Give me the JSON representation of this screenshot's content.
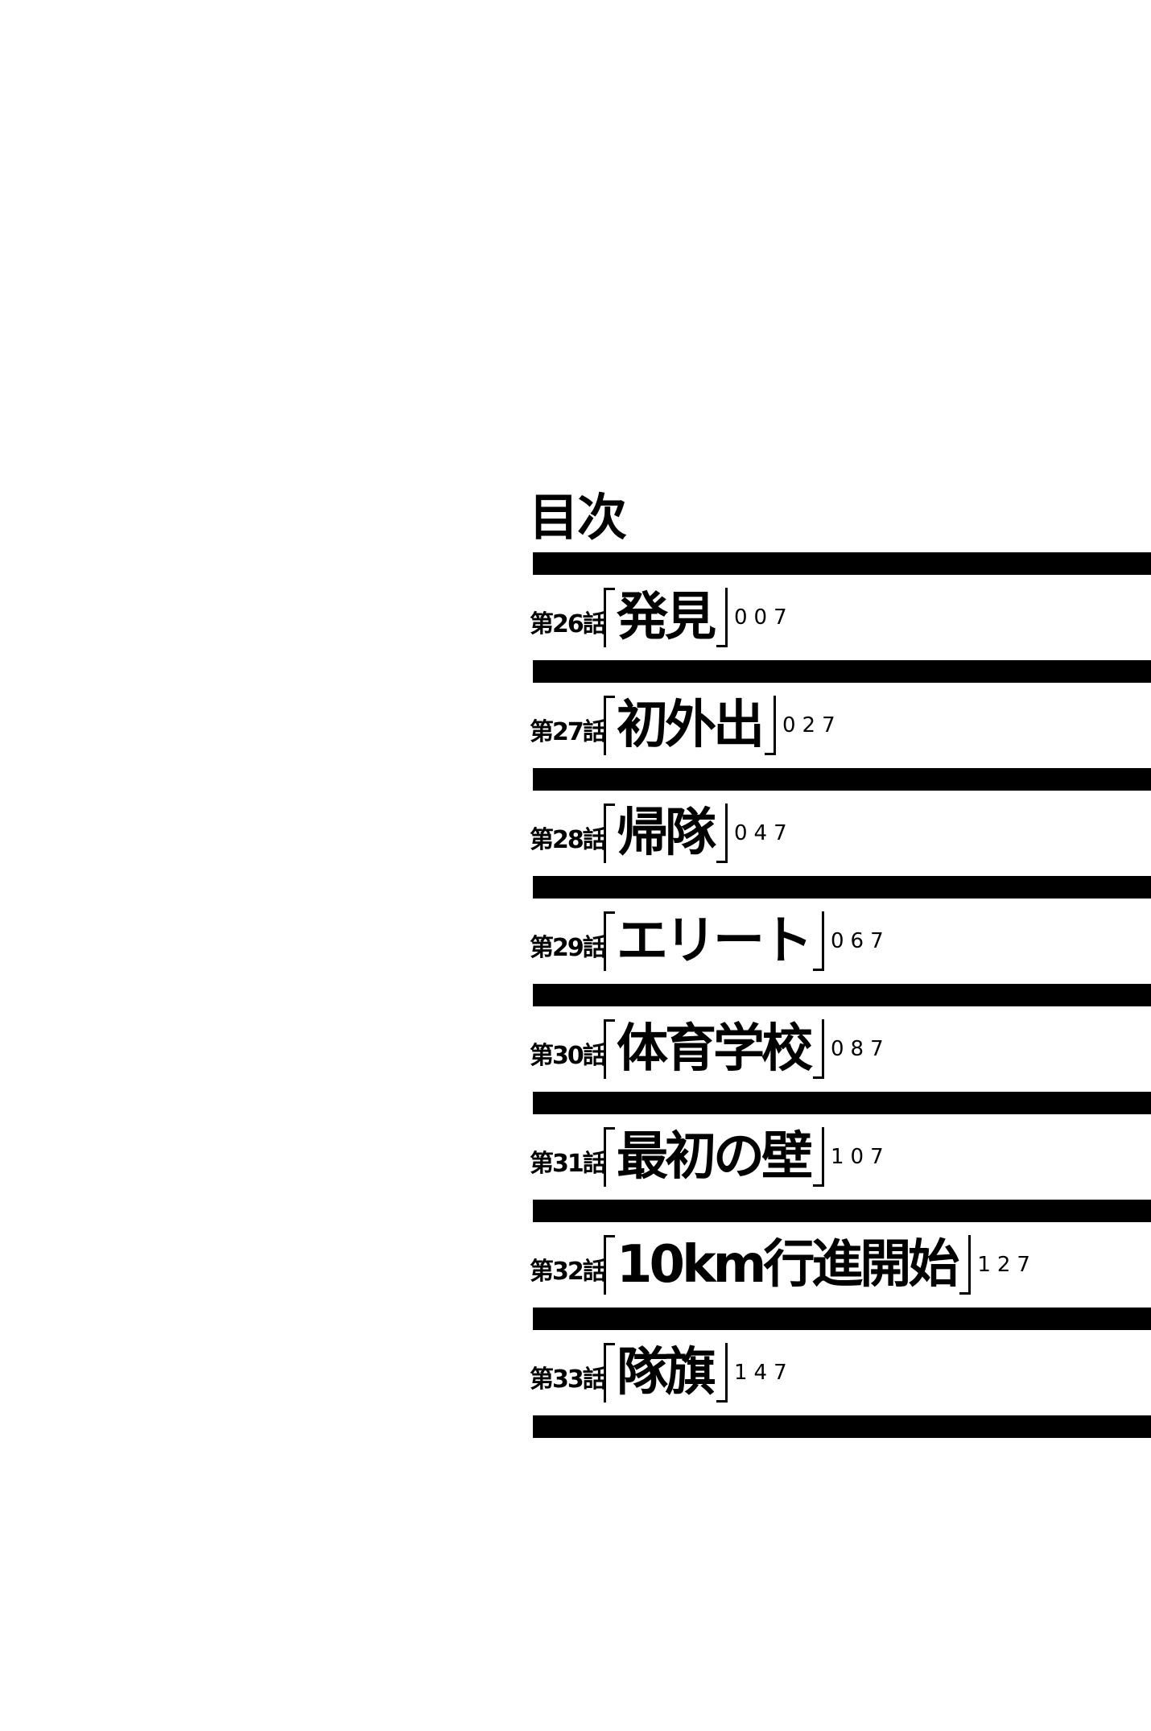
{
  "heading": "目次",
  "chapters": [
    {
      "label": "第26話",
      "title": "発見",
      "page": "007"
    },
    {
      "label": "第27話",
      "title": "初外出",
      "page": "027"
    },
    {
      "label": "第28話",
      "title": "帰隊",
      "page": "047"
    },
    {
      "label": "第29話",
      "title": "エリート",
      "page": "067"
    },
    {
      "label": "第30話",
      "title": "体育学校",
      "page": "087"
    },
    {
      "label": "第31話",
      "title": "最初の壁",
      "page": "107"
    },
    {
      "label": "第32話",
      "title": "10km行進開始",
      "page": "127"
    },
    {
      "label": "第33話",
      "title": "隊旗",
      "page": "147"
    }
  ]
}
